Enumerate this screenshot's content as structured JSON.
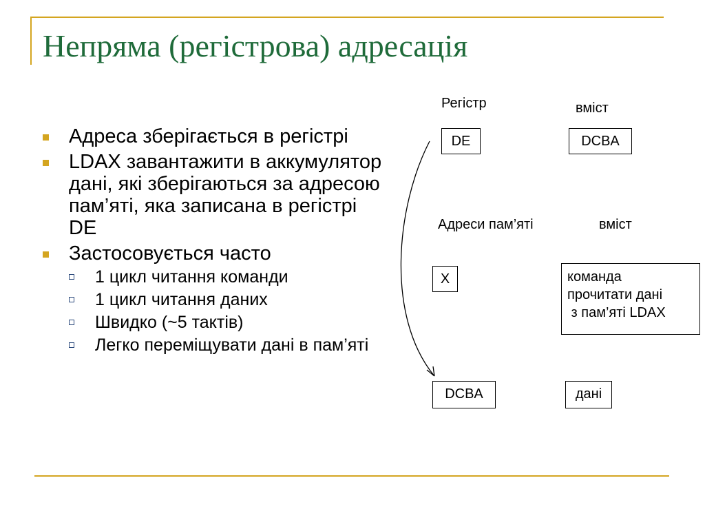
{
  "slide": {
    "title": "Непряма (регістрова) адресація",
    "bullets": [
      {
        "text": "Адреса зберігається в регістрі"
      },
      {
        "text": "LDAX завантажити в аккумулятор дані, які зберігаються за адресою пам’яті, яка записана в регістрі DE"
      },
      {
        "text": "Застосовується часто"
      }
    ],
    "subbullets": [
      "1 цикл читання команди",
      "1 цикл читання даних",
      "Швидко (~5 тактів)",
      "Легко переміщувати дані в пам’яті"
    ]
  },
  "diagram": {
    "register_header": "Регістр",
    "register_content_header": "вміст",
    "register_box": "DE",
    "register_value_box": "DCBA",
    "memory_header": "Адреси пам’яті",
    "memory_content_header": "вміст",
    "address_x_box": "X",
    "instruction_box": "команда\nпрочитати дані\n з пам’яті LDAX",
    "address_dcba_box": "DCBA",
    "data_box": "дані"
  },
  "colors": {
    "title": "#1f6b3a",
    "rule": "#d4a520",
    "bullet_marker": "#d4a520",
    "sub_marker": "#2c4a7c"
  }
}
